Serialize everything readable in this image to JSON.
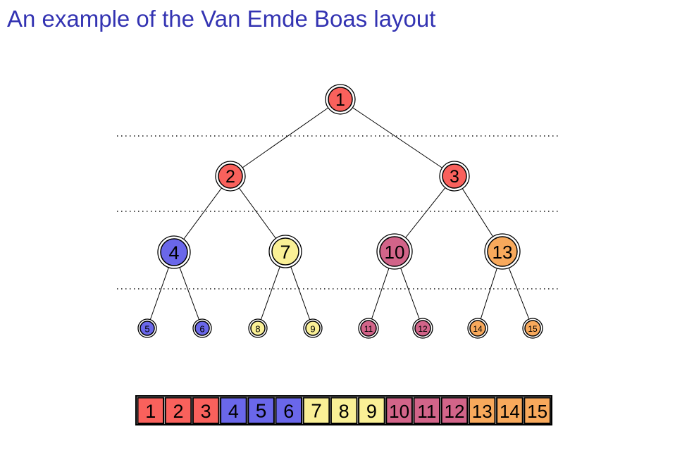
{
  "title": "An example of the Van Emde Boas layout",
  "colors": {
    "title_text": "#3333B2",
    "red": "#F9615C",
    "blue": "#6A67EA",
    "yellow": "#FAF096",
    "pink": "#D26489",
    "orange": "#F8A95C",
    "edge": "#000000",
    "background": "#FFFFFF"
  },
  "tree": {
    "nodes": [
      {
        "id": 1,
        "label": "1",
        "color": "#F9615C"
      },
      {
        "id": 2,
        "label": "2",
        "color": "#F9615C"
      },
      {
        "id": 3,
        "label": "3",
        "color": "#F9615C"
      },
      {
        "id": 4,
        "label": "4",
        "color": "#6A67EA"
      },
      {
        "id": 5,
        "label": "5",
        "color": "#6A67EA"
      },
      {
        "id": 6,
        "label": "6",
        "color": "#6A67EA"
      },
      {
        "id": 7,
        "label": "7",
        "color": "#FAF096"
      },
      {
        "id": 8,
        "label": "8",
        "color": "#FAF096"
      },
      {
        "id": 9,
        "label": "9",
        "color": "#FAF096"
      },
      {
        "id": 10,
        "label": "10",
        "color": "#D26489"
      },
      {
        "id": 11,
        "label": "11",
        "color": "#D26489"
      },
      {
        "id": 12,
        "label": "12",
        "color": "#D26489"
      },
      {
        "id": 13,
        "label": "13",
        "color": "#F8A95C"
      },
      {
        "id": 14,
        "label": "14",
        "color": "#F8A95C"
      },
      {
        "id": 15,
        "label": "15",
        "color": "#F8A95C"
      }
    ],
    "edges": [
      [
        1,
        2
      ],
      [
        1,
        3
      ],
      [
        2,
        4
      ],
      [
        2,
        7
      ],
      [
        3,
        10
      ],
      [
        3,
        13
      ],
      [
        4,
        5
      ],
      [
        4,
        6
      ],
      [
        7,
        8
      ],
      [
        7,
        9
      ],
      [
        10,
        11
      ],
      [
        10,
        12
      ],
      [
        13,
        14
      ],
      [
        13,
        15
      ]
    ],
    "level_separators": 3
  },
  "array": {
    "cells": [
      {
        "label": "1",
        "color": "#F9615C"
      },
      {
        "label": "2",
        "color": "#F9615C"
      },
      {
        "label": "3",
        "color": "#F9615C"
      },
      {
        "label": "4",
        "color": "#6A67EA"
      },
      {
        "label": "5",
        "color": "#6A67EA"
      },
      {
        "label": "6",
        "color": "#6A67EA"
      },
      {
        "label": "7",
        "color": "#FAF096"
      },
      {
        "label": "8",
        "color": "#FAF096"
      },
      {
        "label": "9",
        "color": "#FAF096"
      },
      {
        "label": "10",
        "color": "#D26489"
      },
      {
        "label": "11",
        "color": "#D26489"
      },
      {
        "label": "12",
        "color": "#D26489"
      },
      {
        "label": "13",
        "color": "#F8A95C"
      },
      {
        "label": "14",
        "color": "#F8A95C"
      },
      {
        "label": "15",
        "color": "#F8A95C"
      }
    ]
  }
}
